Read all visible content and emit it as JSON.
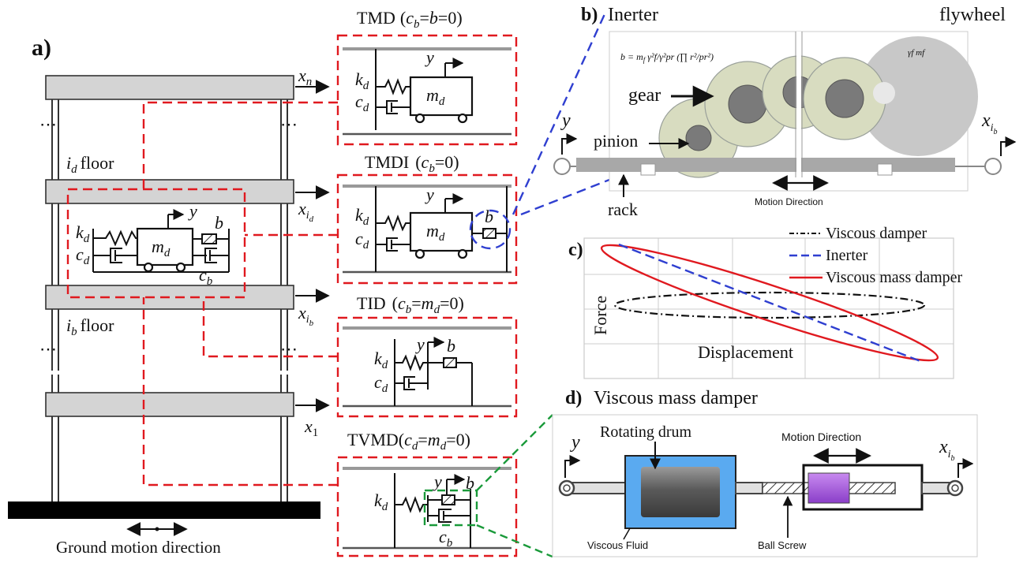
{
  "panel_a": {
    "label": "a)",
    "x_n": "x",
    "x_n_sub": "n",
    "x_id": "x",
    "x_id_sub": "i",
    "x_id_subsub": "d",
    "x_ib": "x",
    "x_ib_sub": "i",
    "x_ib_subsub": "b",
    "x_1": "x",
    "x_1_sub": "1",
    "id_floor": "floor",
    "ib_floor": "floor",
    "ground_caption": "Ground motion direction"
  },
  "symbols": {
    "kd": "k",
    "cd": "c",
    "cb": "c",
    "md": "m",
    "b": "b",
    "y": "y",
    "sub_d": "d",
    "sub_b": "b"
  },
  "titles": {
    "tmd": "TMD",
    "tmd_cond": "(c_b=b=0)",
    "tmdi": "TMDI",
    "tmdi_cond": "(c_b=0)",
    "tid": "TID",
    "tid_cond": "(c_b=m_d=0)",
    "tvmd": "TVMD",
    "tvmd_cond": "(c_d=m_d=0)"
  },
  "panel_b": {
    "label": "b)",
    "title": "Inerter",
    "flywheel": "flywheel",
    "gear": "gear",
    "pinion": "pinion",
    "rack": "rack",
    "motion": "Motion Direction",
    "y": "y",
    "x": "x"
  },
  "panel_c": {
    "label": "c)",
    "legend_viscous": "Viscous damper",
    "legend_inerter": "Inerter",
    "legend_vmd": "Viscous mass damper",
    "ylabel": "Force",
    "xlabel": "Displacement"
  },
  "panel_d": {
    "label": "d)",
    "title": "Viscous mass damper",
    "rotating_drum": "Rotating drum",
    "motion": "Motion Direction",
    "viscous_fluid": "Viscous Fluid",
    "ball_screw": "Ball Screw",
    "y": "y",
    "x": "x"
  },
  "colors": {
    "red_dash": "#e0191f",
    "blue_dash": "#2f3fd0",
    "green_dash": "#1a9a3a",
    "fluid_blue": "#5aaaf0",
    "drum_grey": "#6a6a6a",
    "purple_nut": "#a050d8",
    "gear_tint": "#d8dcc0"
  },
  "icons": [
    "right-arrow-icon",
    "double-arrow-icon",
    "spring-icon",
    "dashpot-icon",
    "inerter-icon",
    "wheel-icon",
    "ground-icon",
    "gear-icon",
    "flywheel-icon"
  ]
}
